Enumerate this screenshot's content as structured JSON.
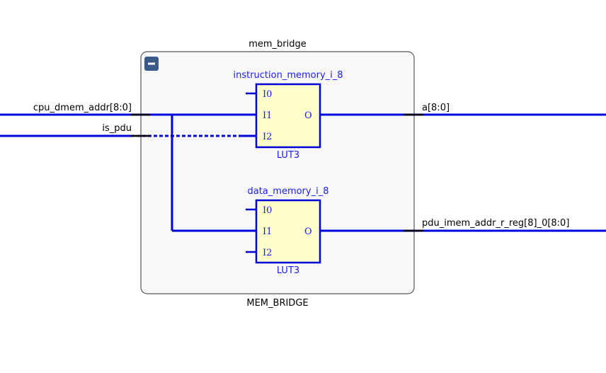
{
  "hierarchy_cell": {
    "instance_name": "mem_bridge",
    "type_name": "MEM_BRIDGE",
    "collapse_button": "−"
  },
  "cells": [
    {
      "instance_name": "instruction_memory_i_8",
      "type_name": "LUT3",
      "inputs": [
        "I0",
        "I1",
        "I2"
      ],
      "output": "O"
    },
    {
      "instance_name": "data_memory_i_8",
      "type_name": "LUT3",
      "inputs": [
        "I0",
        "I1",
        "I2"
      ],
      "output": "O"
    }
  ],
  "nets": {
    "cpu_dmem_addr": "cpu_dmem_addr[8:0]",
    "is_pdu": "is_pdu",
    "a": "a[8:0]",
    "pdu_imem_addr": "pdu_imem_addr_r_reg[8]_0[8:0]"
  },
  "colors": {
    "wire": "#0000dd",
    "cell_fill": "#ffffcc",
    "cell_stroke": "#0000dd",
    "hier_fill": "#f8f8f8",
    "hier_stroke": "#555555",
    "button": "#3a5a8c"
  }
}
